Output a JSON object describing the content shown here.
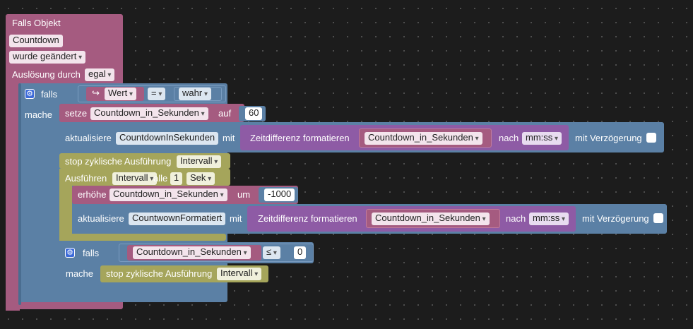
{
  "colors": {
    "event": "#a55b80",
    "control": "#5b80a5",
    "variable": "#a55b80",
    "action": "#5ba5a5",
    "time": "#8e5ba5",
    "timer": "#a5a55b",
    "logic": "#5b80a5"
  },
  "event_block": {
    "title": "Falls Objekt",
    "object": "Countdown",
    "trigger": "wurde geändert",
    "source_label": "Auslösung durch",
    "source_value": "egal"
  },
  "if1": {
    "falls_label": "falls",
    "condition": {
      "arrow_icon": "arrow-return-icon",
      "field": "Wert",
      "operator": "=",
      "value": "wahr"
    },
    "mache_label": "mache"
  },
  "set_block": {
    "label": "setze",
    "variable": "Countdown_in_Sekunden",
    "to_label": "auf",
    "value": "60"
  },
  "update1": {
    "label": "aktualisiere",
    "target": "CountdownInSekunden",
    "with_label": "mit",
    "format_label": "Zeitdifferenz formatieren",
    "variable": "Countdown_in_Sekunden",
    "after_label": "nach",
    "format": "mm:ss",
    "delay_label": "mit Verzögerung"
  },
  "stop1": {
    "label": "stop zyklische Ausführung",
    "timer": "Intervall"
  },
  "interval": {
    "label": "Ausführen",
    "timer": "Intervall",
    "every_label": "alle",
    "amount": "1",
    "unit": "Sek"
  },
  "increase": {
    "label": "erhöhe",
    "variable": "Countdown_in_Sekunden",
    "by_label": "um",
    "value": "-1000"
  },
  "update2": {
    "label": "aktualisiere",
    "target": "CountwownFormatiert",
    "with_label": "mit",
    "format_label": "Zeitdifferenz formatieren",
    "variable": "Countdown_in_Sekunden",
    "after_label": "nach",
    "format": "mm:ss",
    "delay_label": "mit Verzögerung"
  },
  "if2": {
    "falls_label": "falls",
    "condition": {
      "variable": "Countdown_in_Sekunden",
      "operator": "≤",
      "value": "0"
    },
    "mache_label": "mache"
  },
  "stop2": {
    "label": "stop zyklische Ausführung",
    "timer": "Intervall"
  }
}
